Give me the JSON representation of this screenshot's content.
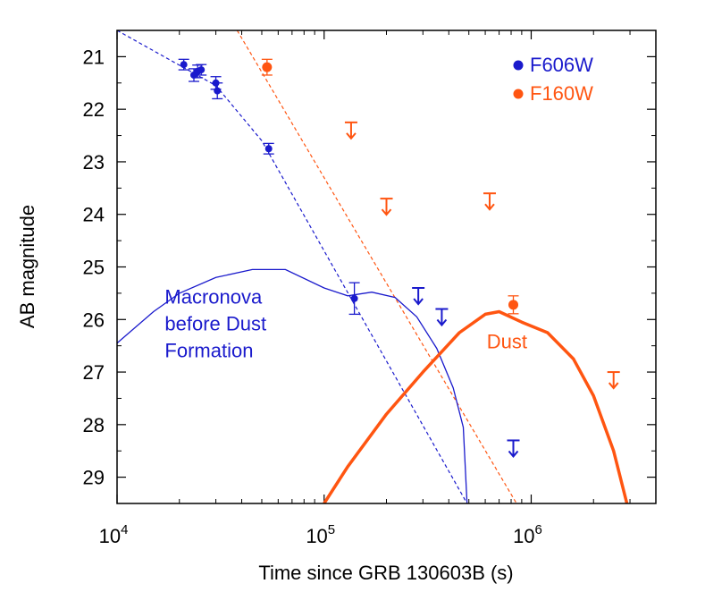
{
  "chart_data": {
    "type": "scatter",
    "xlabel": "Time since GRB 130603B (s)",
    "ylabel": "AB magnitude",
    "xscale": "log",
    "xlim": [
      10000,
      4000000
    ],
    "ylim": [
      29.5,
      20.5
    ],
    "y_inverted": true,
    "x_ticks": [
      {
        "value": 10000,
        "base": "10",
        "exp": "4"
      },
      {
        "value": 100000,
        "base": "10",
        "exp": "5"
      },
      {
        "value": 1000000,
        "base": "10",
        "exp": "6"
      }
    ],
    "y_ticks": [
      21,
      22,
      23,
      24,
      25,
      26,
      27,
      28,
      29
    ],
    "legend": {
      "position": "top-right",
      "entries": [
        {
          "name": "F606W",
          "color": "#1a1acc"
        },
        {
          "name": "F160W",
          "color": "#ff5511"
        }
      ]
    },
    "colors": {
      "blue": "#1a1acc",
      "orange": "#ff5511"
    },
    "series": [
      {
        "name": "F606W",
        "kind": "points",
        "color": "#1a1acc",
        "points": [
          {
            "x": 21000,
            "y": 21.15,
            "err": 0.1
          },
          {
            "x": 23500,
            "y": 21.35,
            "err": 0.12
          },
          {
            "x": 24500,
            "y": 21.28,
            "err": 0.12
          },
          {
            "x": 25500,
            "y": 21.25,
            "err": 0.1
          },
          {
            "x": 30000,
            "y": 21.5,
            "err": 0.12
          },
          {
            "x": 30500,
            "y": 21.65,
            "err": 0.15
          },
          {
            "x": 54000,
            "y": 22.75,
            "err": 0.1
          },
          {
            "x": 140000,
            "y": 25.6,
            "err": 0.3
          }
        ]
      },
      {
        "name": "F160W",
        "kind": "points",
        "color": "#ff5511",
        "points": [
          {
            "x": 53000,
            "y": 21.2,
            "err": 0.15
          },
          {
            "x": 820000,
            "y": 25.72,
            "err": 0.17
          }
        ]
      },
      {
        "name": "F606W upper limits",
        "kind": "upper_limits",
        "color": "#1a1acc",
        "points": [
          {
            "x": 285000,
            "y": 25.4
          },
          {
            "x": 370000,
            "y": 25.8
          },
          {
            "x": 820000,
            "y": 28.3
          }
        ]
      },
      {
        "name": "F160W upper limits",
        "kind": "upper_limits",
        "color": "#ff5511",
        "points": [
          {
            "x": 135000,
            "y": 22.25
          },
          {
            "x": 200000,
            "y": 23.7
          },
          {
            "x": 630000,
            "y": 23.6
          },
          {
            "x": 2500000,
            "y": 27.0
          }
        ]
      },
      {
        "name": "F606W afterglow model",
        "kind": "dashed_line",
        "color": "#1a1acc",
        "points": [
          {
            "x": 10000,
            "y": 20.5
          },
          {
            "x": 30000,
            "y": 21.55
          },
          {
            "x": 50000,
            "y": 22.6
          },
          {
            "x": 490000,
            "y": 29.5
          }
        ]
      },
      {
        "name": "F160W afterglow model",
        "kind": "dashed_line",
        "color": "#ff5511",
        "points": [
          {
            "x": 38000,
            "y": 20.5
          },
          {
            "x": 850000,
            "y": 29.5
          }
        ]
      },
      {
        "name": "Macronova before Dust Formation",
        "kind": "line",
        "color": "#1a1acc",
        "points": [
          {
            "x": 10000,
            "y": 26.45
          },
          {
            "x": 15000,
            "y": 25.85
          },
          {
            "x": 20000,
            "y": 25.5
          },
          {
            "x": 30000,
            "y": 25.2
          },
          {
            "x": 45000,
            "y": 25.05
          },
          {
            "x": 65000,
            "y": 25.05
          },
          {
            "x": 100000,
            "y": 25.4
          },
          {
            "x": 130000,
            "y": 25.55
          },
          {
            "x": 170000,
            "y": 25.48
          },
          {
            "x": 220000,
            "y": 25.58
          },
          {
            "x": 280000,
            "y": 25.95
          },
          {
            "x": 350000,
            "y": 26.55
          },
          {
            "x": 420000,
            "y": 27.3
          },
          {
            "x": 470000,
            "y": 28.05
          },
          {
            "x": 490000,
            "y": 29.5
          }
        ]
      },
      {
        "name": "Dust",
        "kind": "thick_line",
        "color": "#ff5511",
        "points": [
          {
            "x": 100000,
            "y": 29.5
          },
          {
            "x": 130000,
            "y": 28.8
          },
          {
            "x": 200000,
            "y": 27.8
          },
          {
            "x": 300000,
            "y": 27.0
          },
          {
            "x": 450000,
            "y": 26.25
          },
          {
            "x": 600000,
            "y": 25.9
          },
          {
            "x": 700000,
            "y": 25.85
          },
          {
            "x": 900000,
            "y": 26.05
          },
          {
            "x": 1200000,
            "y": 26.25
          },
          {
            "x": 1600000,
            "y": 26.75
          },
          {
            "x": 2000000,
            "y": 27.45
          },
          {
            "x": 2500000,
            "y": 28.5
          },
          {
            "x": 2900000,
            "y": 29.5
          }
        ]
      }
    ],
    "annotations": [
      {
        "lines": [
          "Macronova",
          "before Dust",
          "Formation"
        ],
        "color": "#1a1acc",
        "x": 17000,
        "y": 25.7
      },
      {
        "lines": [
          "Dust"
        ],
        "color": "#ff5511",
        "x": 610000,
        "y": 26.55
      }
    ]
  }
}
